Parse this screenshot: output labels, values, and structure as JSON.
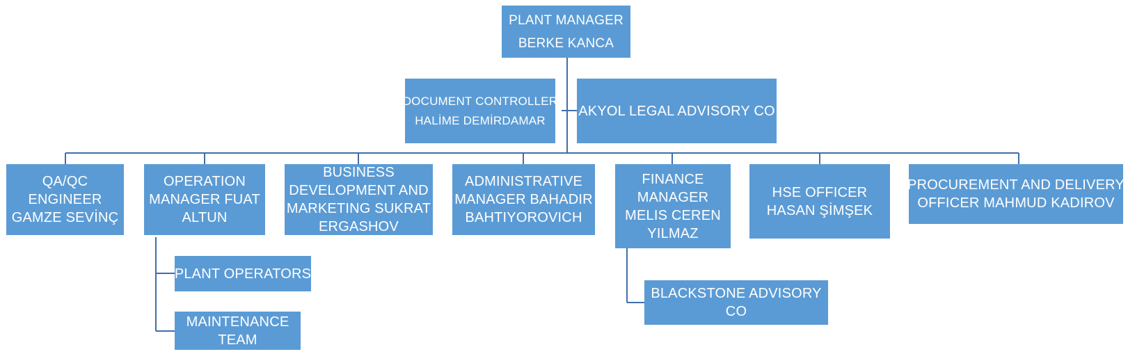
{
  "chart_title": "",
  "nodes": {
    "plant_manager": {
      "title": "PLANT MANAGER",
      "name": "BERKE KANCA"
    },
    "document_controller": {
      "title": "DOCUMENT CONTROLLER",
      "name": "HALİME DEMİRDAMAR"
    },
    "legal_advisory": {
      "label": "AKYOL LEGAL ADVISORY CO"
    },
    "qa_qc": {
      "lines": [
        "QA/QC",
        "ENGINEER",
        "GAMZE SEVİNÇ"
      ]
    },
    "operation_manager": {
      "lines": [
        "OPERATION",
        "MANAGER FUAT",
        "ALTUN"
      ]
    },
    "business_development": {
      "lines": [
        "BUSINESS",
        "DEVELOPMENT AND",
        "MARKETING SUKRAT",
        "ERGASHOV"
      ]
    },
    "administrative_manager": {
      "lines": [
        "ADMINISTRATIVE",
        "MANAGER BAHADIR",
        "BAHTIYOROVICH"
      ]
    },
    "finance_manager": {
      "lines": [
        "FINANCE",
        "MANAGER",
        "MELIS CEREN",
        "YILMAZ"
      ]
    },
    "hse_officer": {
      "lines": [
        "HSE OFFICER",
        "HASAN ŞİMŞEK"
      ]
    },
    "procurement": {
      "lines": [
        "PROCUREMENT AND DELIVERY",
        "OFFICER  MAHMUD KADIROV"
      ]
    },
    "plant_operators": {
      "label": "PLANT OPERATORS"
    },
    "maintenance_team": {
      "lines": [
        "MAINTENANCE",
        "TEAM"
      ]
    },
    "blackstone_advisory": {
      "lines": [
        "BLACKSTONE ADVISORY",
        "CO"
      ]
    }
  },
  "colors": {
    "box_fill": "#5b9bd5",
    "box_text": "#ffffff",
    "connector": "#3f6fa8"
  }
}
